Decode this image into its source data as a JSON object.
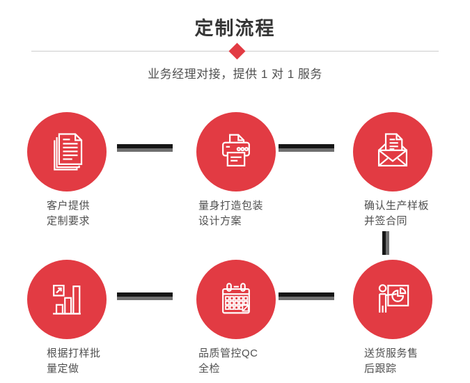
{
  "header": {
    "title": "定制流程",
    "subtitle": "业务经理对接，提供 1 对 1 服务"
  },
  "colors": {
    "accent_red": "#e23b43",
    "connector_black": "#161616",
    "connector_gray": "#6f6f6f",
    "divider_gray": "#cccccc",
    "title_text": "#363636",
    "label_text": "#4f4f4f"
  },
  "steps": [
    {
      "icon": "documents-icon",
      "label_line1": "客户提供",
      "label_line2": "定制要求"
    },
    {
      "icon": "printer-icon",
      "label_line1": "量身打造包装",
      "label_line2": "设计方案"
    },
    {
      "icon": "envelope-icon",
      "label_line1": "确认生产样板",
      "label_line2": "并签合同"
    },
    {
      "icon": "bar-chart-icon",
      "label_line1": "根据打样批",
      "label_line2": "量定做"
    },
    {
      "icon": "calendar-icon",
      "label_line1": "品质管控QC",
      "label_line2": "全检"
    },
    {
      "icon": "presentation-icon",
      "label_line1": "送货服务售",
      "label_line2": "后跟踪"
    }
  ]
}
